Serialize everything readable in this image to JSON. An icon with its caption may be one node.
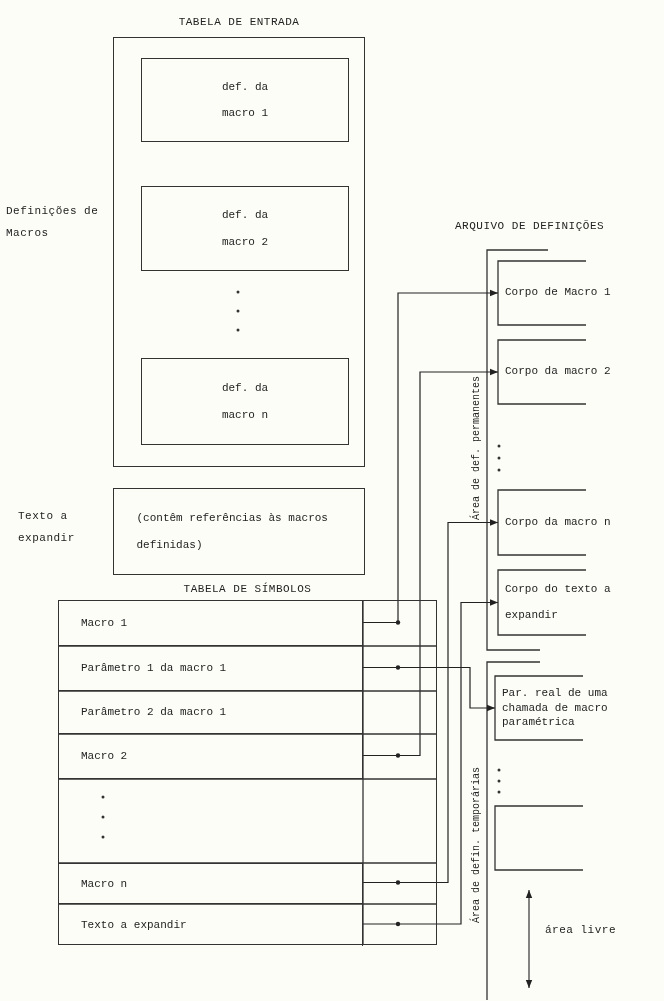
{
  "diagram": {
    "nodes": [
      {
        "text": [
          "TABELA DE ENTRADA"
        ],
        "beside": [
          "Definições de Macros"
        ]
      },
      {
        "text": [
          "def. da macro 1"
        ],
        "in": 0
      },
      {
        "text": [
          "def. da macro 2"
        ],
        "in": 0
      },
      {
        "text": [
          "def. da macro n"
        ],
        "in": 0
      },
      {
        "text": [
          "(contêm referências às macros definidas)"
        ],
        "beside": [
          "Texto a expandir"
        ]
      },
      {
        "text": [
          "TABELA DE SÍMBOLOS"
        ]
      },
      {
        "text": [
          "Macro 1"
        ],
        "in": 5
      },
      {
        "text": [
          "Parâmetro 1 da macro 1"
        ],
        "in": 5
      },
      {
        "text": [
          "Parâmetro 2 da macro 1"
        ],
        "in": 5
      },
      {
        "text": [
          "Macro 2"
        ],
        "in": 5
      },
      {
        "text": [
          "Macro n"
        ],
        "in": 5
      },
      {
        "text": [
          "Texto a expandir"
        ],
        "in": 5
      },
      {
        "text": [
          "Área de def. permanentes"
        ]
      },
      {
        "text": [
          "Corpo de Macro 1"
        ]
      },
      {
        "text": [
          "Corpo da macro 2"
        ]
      },
      {
        "text": [
          "Corpo da macro n"
        ]
      },
      {
        "text": [
          "Corpo do texto a expandir"
        ]
      },
      {
        "text": [
          "Área de defin. temporárias"
        ]
      },
      {
        "text": [
          "Par. real de uma chamada de macro paramétrica"
        ]
      },
      {
        "text": [],
        "shape": "box"
      }
    ],
    "edges": [
      {
        "from": 6,
        "to": 13,
        "arrow": "to"
      },
      {
        "from": 9,
        "to": 14,
        "arrow": "to"
      },
      {
        "from": 10,
        "to": 15,
        "arrow": "to"
      },
      {
        "from": 11,
        "to": 16,
        "arrow": "to"
      },
      {
        "from": 7,
        "to": 18,
        "arrow": "to"
      }
    ],
    "labels": [
      "ARQUIVO DE DEFINIÇÕES",
      "área livre"
    ]
  }
}
